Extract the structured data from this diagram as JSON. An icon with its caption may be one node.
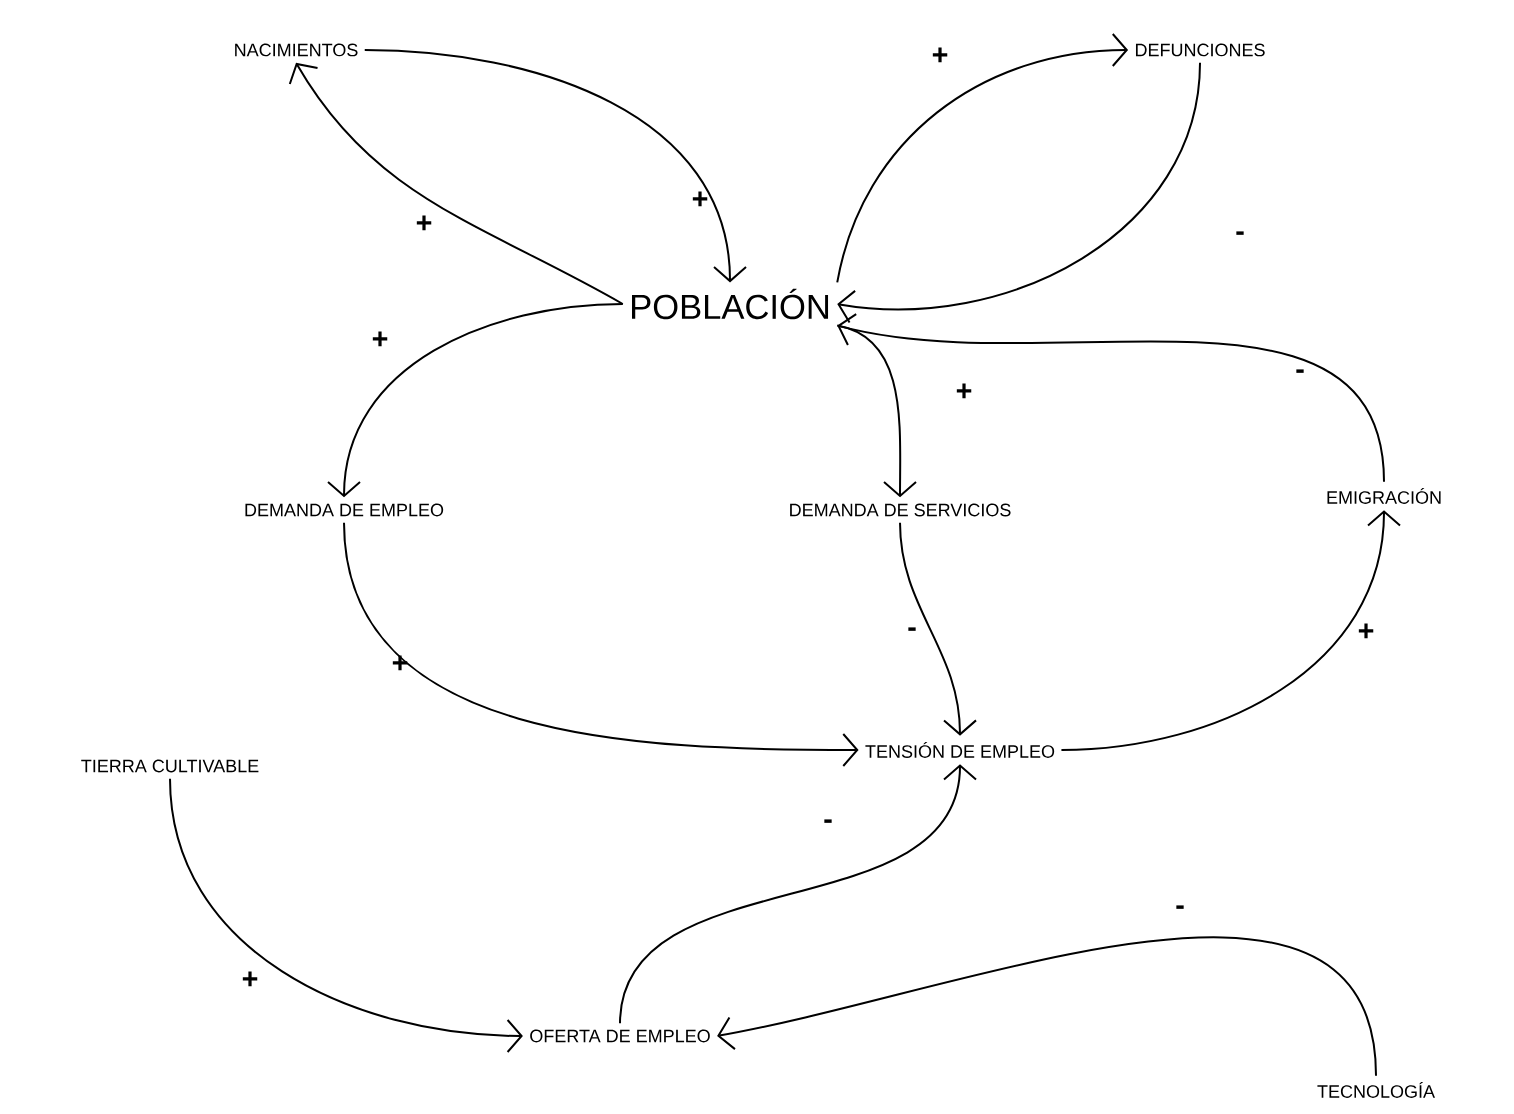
{
  "diagram": {
    "nodes": [
      {
        "text": [
          "NACIMIENTOS"
        ]
      },
      {
        "text": [
          "DEFUNCIONES"
        ]
      },
      {
        "text": [
          "POBLACIÓN"
        ]
      },
      {
        "text": [
          "DEMANDA DE EMPLEO"
        ]
      },
      {
        "text": [
          "DEMANDA DE SERVICIOS"
        ]
      },
      {
        "text": [
          "EMIGRACIÓN"
        ]
      },
      {
        "text": [
          "TENSIÓN DE EMPLEO"
        ]
      },
      {
        "text": [
          "TIERRA CULTIVABLE"
        ]
      },
      {
        "text": [
          "OFERTA DE EMPLEO"
        ]
      },
      {
        "text": [
          "TECNOLOGÍA"
        ]
      }
    ],
    "edges": [
      {
        "from": 2,
        "to": 0,
        "arrow": "to",
        "label": "+"
      },
      {
        "from": 0,
        "to": 2,
        "arrow": "to",
        "label": "+"
      },
      {
        "from": 2,
        "to": 1,
        "arrow": "to",
        "label": "+"
      },
      {
        "from": 1,
        "to": 2,
        "arrow": "to",
        "label": "-"
      },
      {
        "from": 5,
        "to": 2,
        "arrow": "to",
        "label": "-"
      },
      {
        "from": 2,
        "to": 3,
        "arrow": "to",
        "label": "+"
      },
      {
        "from": 2,
        "to": 4,
        "arrow": "to",
        "label": "+"
      },
      {
        "from": 3,
        "to": 6,
        "arrow": "to",
        "label": "+"
      },
      {
        "from": 4,
        "to": 6,
        "arrow": "to",
        "label": "-"
      },
      {
        "from": 6,
        "to": 5,
        "arrow": "to",
        "label": "+"
      },
      {
        "from": 7,
        "to": 8,
        "arrow": "to",
        "label": "+"
      },
      {
        "from": 8,
        "to": 6,
        "arrow": "to",
        "label": "-"
      },
      {
        "from": 9,
        "to": 8,
        "arrow": "to",
        "label": "-"
      }
    ]
  }
}
